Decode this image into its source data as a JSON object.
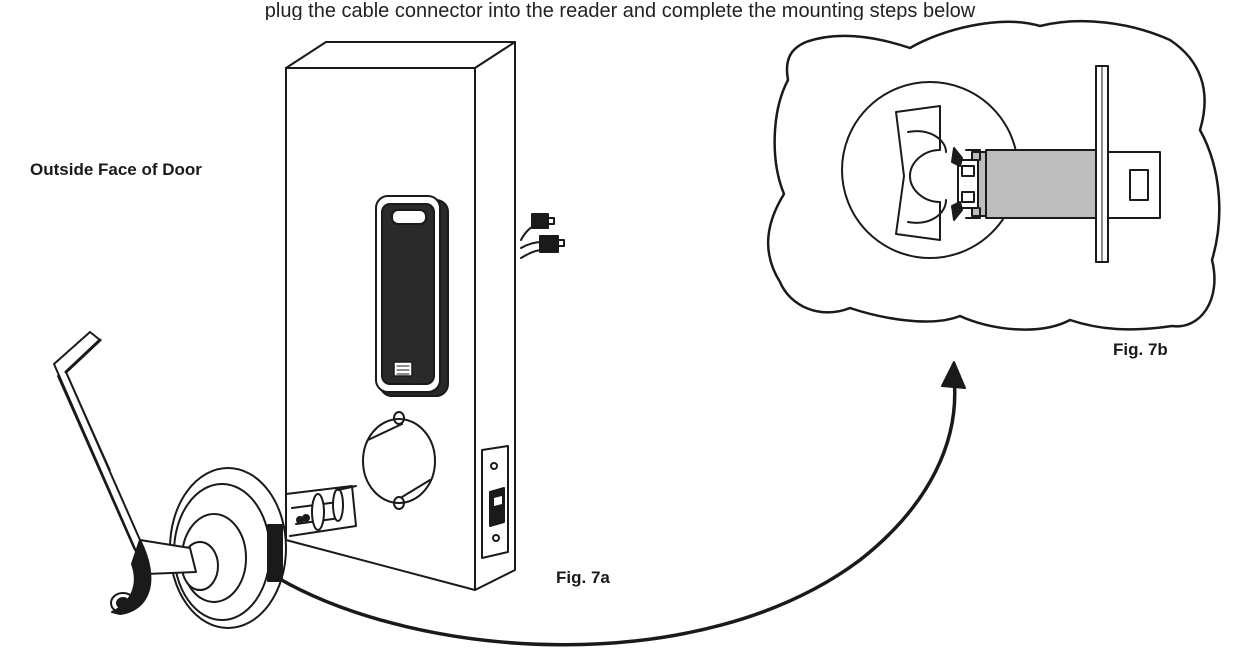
{
  "header_fragment": "plug the cable connector into the reader and complete the mounting steps below",
  "labels": {
    "outside_face": "Outside Face of Door",
    "fig_7a": "Fig. 7a",
    "fig_7b": "Fig. 7b"
  },
  "colors": {
    "line": "#1a1a1a",
    "cutaway_fill": "#bdbdbd",
    "reader_fill": "#2a2a2a",
    "arrow": "#1a1a1a"
  }
}
